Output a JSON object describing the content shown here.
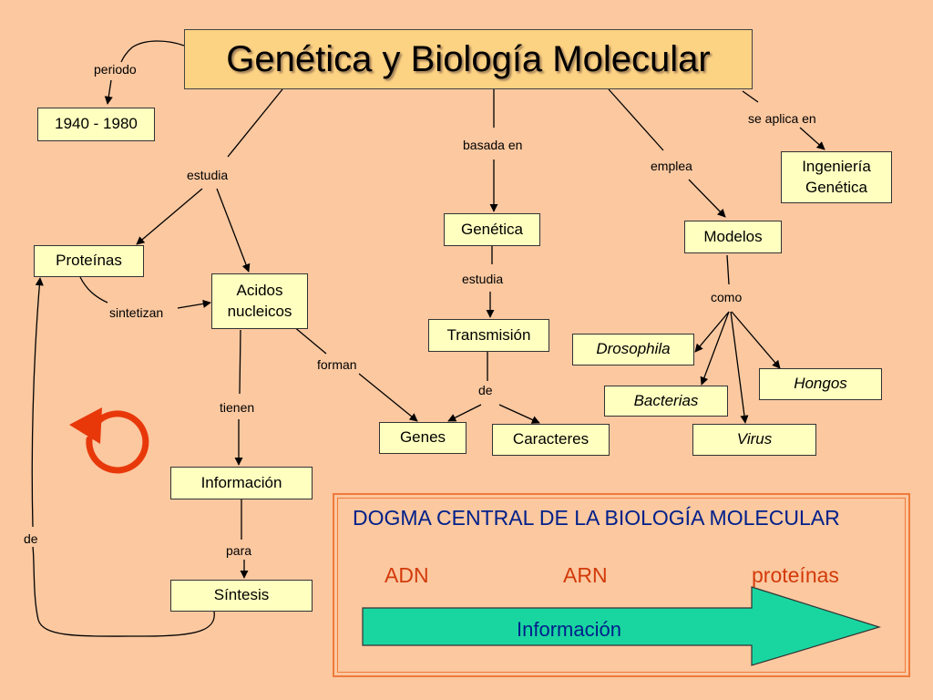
{
  "title": "Genética y Biología Molecular",
  "nodes": {
    "periodo_value": "1940 - 1980",
    "proteinas": "Proteínas",
    "acidos_nucleicos": "Acidos nucleicos",
    "genetica": "Genética",
    "transmision": "Transmisión",
    "genes": "Genes",
    "caracteres": "Caracteres",
    "informacion": "Información",
    "sintesis": "Síntesis",
    "modelos": "Modelos",
    "ingenieria_genetica": "Ingeniería Genética",
    "drosophila": "Drosophila",
    "bacterias": "Bacterias",
    "virus": "Virus",
    "hongos": "Hongos"
  },
  "links": {
    "periodo": "periodo",
    "estudia": "estudia",
    "basada_en": "basada en",
    "emplea": "emplea",
    "se_aplica_en": "se aplica en",
    "estudia_genetica": "estudia",
    "sintetizan": "sintetizan",
    "forman": "forman",
    "de_transmision": "de",
    "tienen": "tienen",
    "para": "para",
    "de_sintesis": "de",
    "como": "como"
  },
  "dogma": {
    "title": "DOGMA CENTRAL DE LA BIOLOGÍA MOLECULAR",
    "adn": "ADN",
    "arn": "ARN",
    "proteinas": "proteínas",
    "arrow_label": "Información"
  },
  "colors": {
    "background": "#fbc8a0",
    "node_fill": "#ffffc0",
    "title_fill": "#fcd283",
    "dogma_title": "#00208a",
    "dogma_words": "#d33a0a",
    "arrow_fill": "#19d6a0",
    "cycle_icon": "#e8380a"
  },
  "icons": [
    "cycle-arrow-icon"
  ]
}
